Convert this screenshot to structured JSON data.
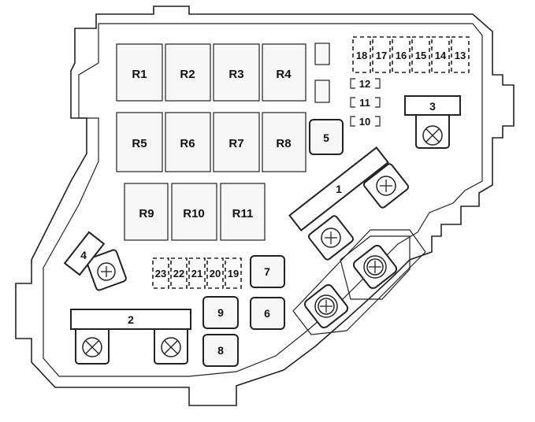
{
  "relays": [
    "R1",
    "R2",
    "R3",
    "R4",
    "R5",
    "R6",
    "R7",
    "R8",
    "R9",
    "R10",
    "R11"
  ],
  "fuses_large": [
    "5",
    "7",
    "9",
    "6",
    "8"
  ],
  "fuses_mini_top": [
    "18",
    "17",
    "16",
    "15",
    "14",
    "13"
  ],
  "fuses_mini_side": [
    "12",
    "11",
    "10"
  ],
  "fuses_mini_bottom": [
    "23",
    "22",
    "21",
    "20",
    "19"
  ],
  "fusible_links": [
    "1",
    "2",
    "3",
    "4"
  ]
}
